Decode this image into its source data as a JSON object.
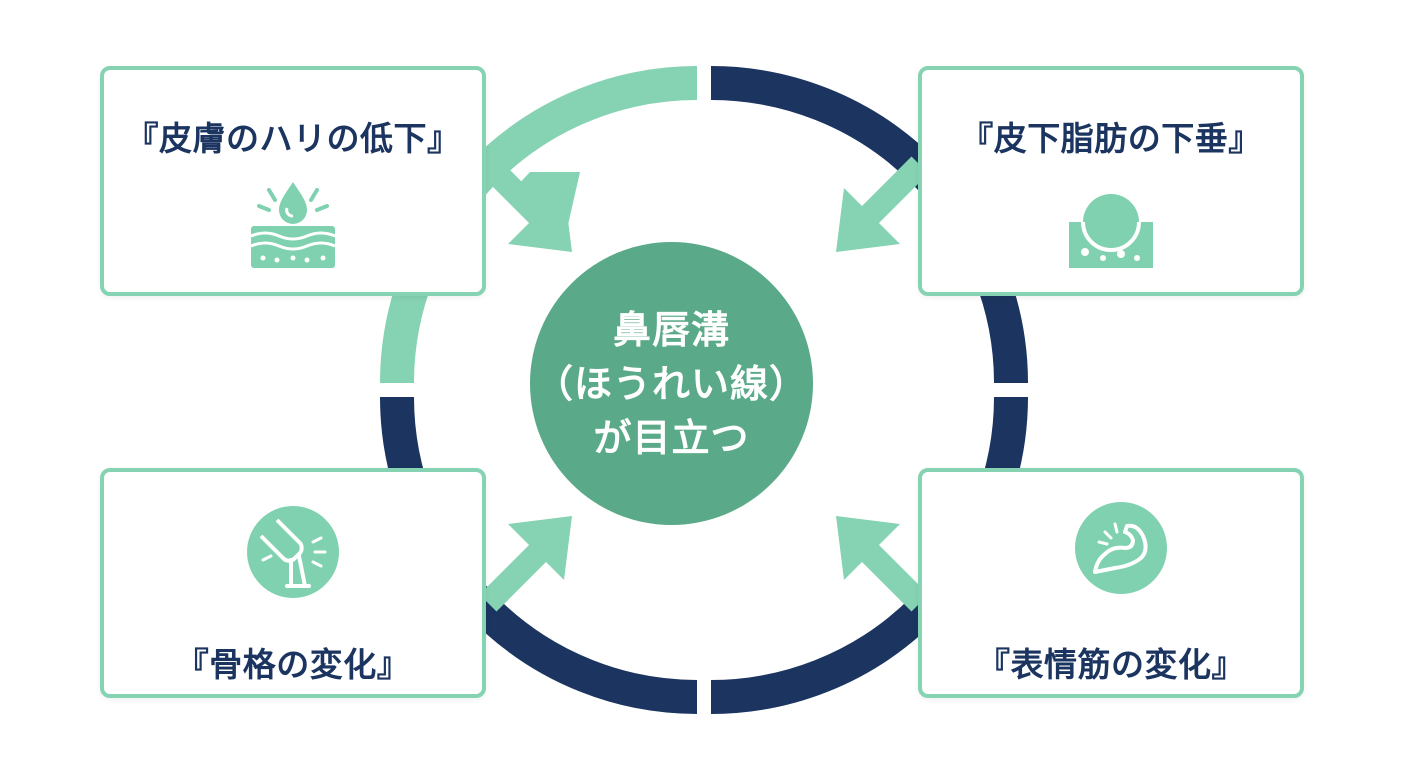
{
  "center": {
    "line1": "鼻唇溝",
    "line2": "（ほうれい線）",
    "line3": "が目立つ"
  },
  "factors": {
    "top_left": "『皮膚のハリの低下』",
    "top_right": "『皮下脂肪の下垂』",
    "bottom_left": "『骨格の変化』",
    "bottom_right": "『表情筋の変化』"
  },
  "icons": {
    "top_left": "skin-layer-droplet-icon",
    "top_right": "fat-droop-icon",
    "bottom_left": "bone-joint-icon",
    "bottom_right": "flexed-arm-icon"
  },
  "colors": {
    "light_green": "#86d3b3",
    "medium_green": "#5aa988",
    "navy": "#1b3560",
    "icon_green": "#7fd1b0"
  }
}
